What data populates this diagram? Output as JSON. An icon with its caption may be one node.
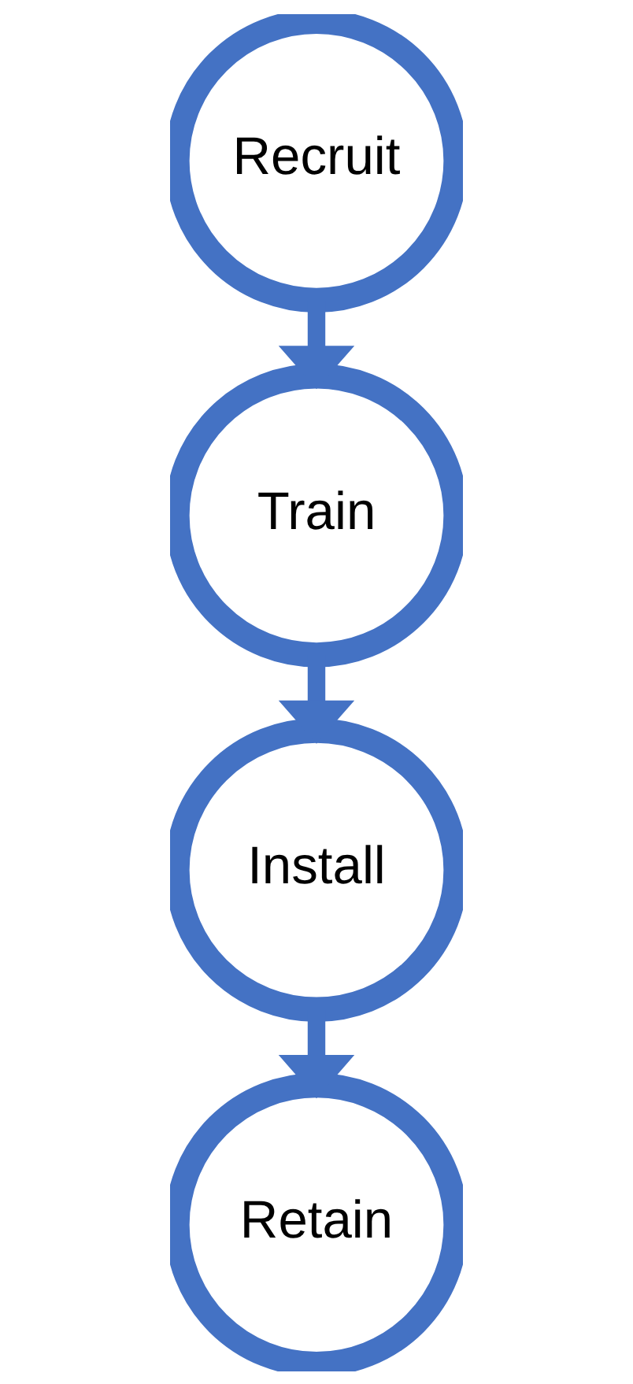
{
  "diagram": {
    "nodes": [
      {
        "text": [
          "Recruit"
        ]
      },
      {
        "text": [
          "Train"
        ]
      },
      {
        "text": [
          "Install"
        ]
      },
      {
        "text": [
          "Retain"
        ]
      }
    ],
    "edges": [
      {
        "from": 0,
        "to": 1,
        "arrow": "to"
      },
      {
        "from": 1,
        "to": 2,
        "arrow": "to"
      },
      {
        "from": 2,
        "to": 3,
        "arrow": "to"
      }
    ]
  }
}
